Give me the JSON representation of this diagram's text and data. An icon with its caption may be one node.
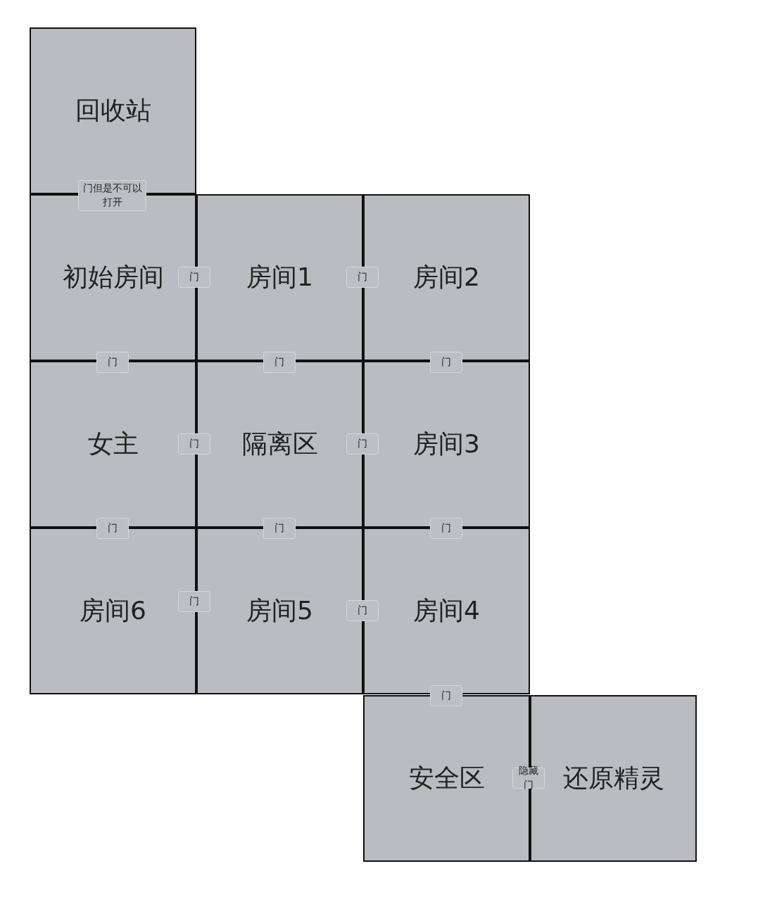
{
  "diagram": {
    "nodes": [
      {
        "text": [
          "回收站"
        ]
      },
      {
        "text": [
          "门但是不可以打开"
        ]
      },
      {
        "text": [
          "初始房间"
        ]
      },
      {
        "text": [
          "门"
        ]
      },
      {
        "text": [
          "房间1"
        ]
      },
      {
        "text": [
          "门"
        ]
      },
      {
        "text": [
          "房间2"
        ]
      },
      {
        "text": [
          "门"
        ]
      },
      {
        "text": [
          "门"
        ]
      },
      {
        "text": [
          "门"
        ]
      },
      {
        "text": [
          "女主"
        ]
      },
      {
        "text": [
          "门"
        ]
      },
      {
        "text": [
          "隔离区"
        ]
      },
      {
        "text": [
          "门"
        ]
      },
      {
        "text": [
          "房间3"
        ]
      },
      {
        "text": [
          "门"
        ]
      },
      {
        "text": [
          "门"
        ]
      },
      {
        "text": [
          "门"
        ]
      },
      {
        "text": [
          "房间6"
        ]
      },
      {
        "text": [
          "门"
        ]
      },
      {
        "text": [
          "房间5"
        ]
      },
      {
        "text": [
          "门"
        ]
      },
      {
        "text": [
          "房间4"
        ]
      },
      {
        "text": [
          "门"
        ]
      },
      {
        "text": [
          "安全区"
        ]
      },
      {
        "text": [
          "隐藏门"
        ]
      },
      {
        "text": [
          "还原精灵"
        ]
      }
    ]
  }
}
